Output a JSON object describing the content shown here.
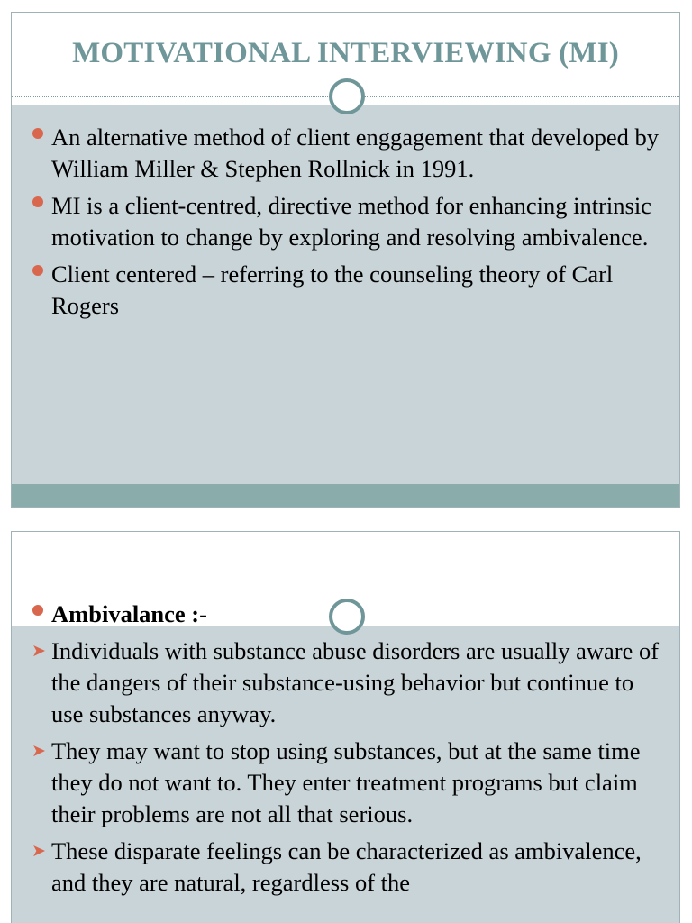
{
  "slide1": {
    "title": "MOTIVATIONAL INTERVIEWING (MI)",
    "bullets": [
      "An alternative method of client enggagement that developed by William Miller & Stephen Rollnick in 1991.",
      "MI is a client-centred, directive method for enhancing intrinsic motivation to change by exploring and resolving ambivalence.",
      "Client centered – referring to the counseling theory of Carl Rogers"
    ]
  },
  "slide2": {
    "heading": "Ambivalance  :-",
    "sub_bullets": [
      "Individuals with substance abuse disorders are usually aware of the dangers of their substance-using behavior but continue to use substances anyway.",
      "They may want to stop using substances, but at the same time they do not want to. They enter treatment programs but claim their problems are not all that serious.",
      "These disparate feelings can be characterized as ambivalence, and they are natural, regardless of the"
    ]
  },
  "colors": {
    "title_text": "#6f9698",
    "content_background": "#c9d4d9",
    "footer_bar": "#8aacaa",
    "bullet_accent": "#d9674e"
  },
  "icons": {
    "bullet": "filled-circle",
    "sub_bullet": "arrowhead-right",
    "divider_ornament": "ring"
  }
}
